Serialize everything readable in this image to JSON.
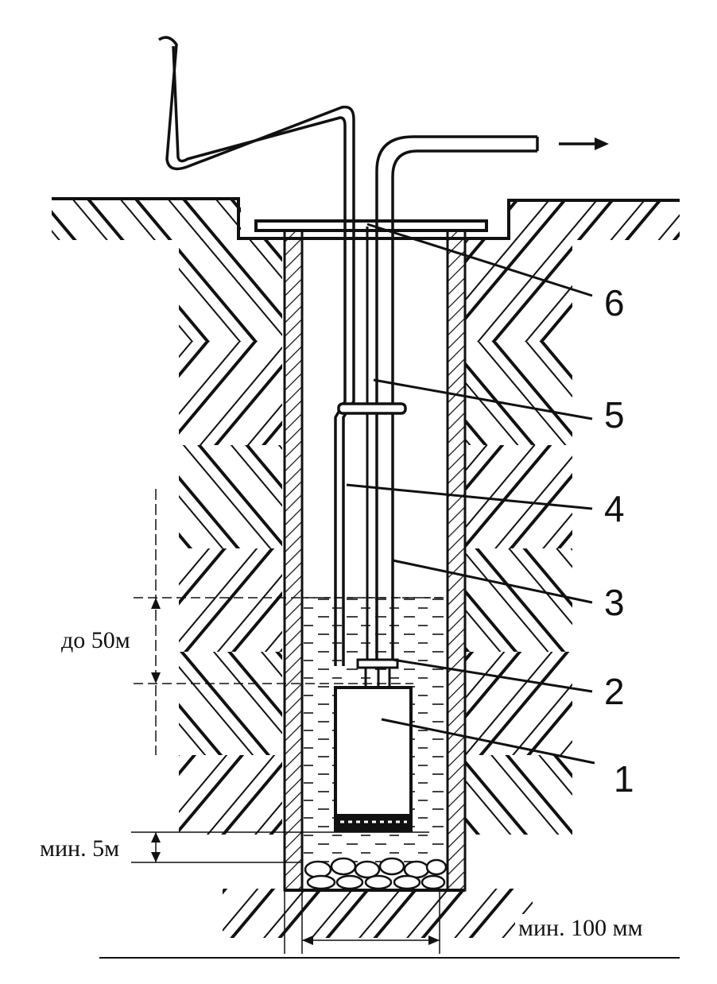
{
  "labels": {
    "part_1": "1",
    "part_2": "2",
    "part_3": "3",
    "part_4": "4",
    "part_5": "5",
    "part_6": "6"
  },
  "dimensions": {
    "water_depth": "до 50м",
    "min_bottom_clearance": "мин. 5м",
    "min_casing_diameter": "мин. 100 мм"
  },
  "colors": {
    "ink": "#111111",
    "background": "#ffffff"
  }
}
